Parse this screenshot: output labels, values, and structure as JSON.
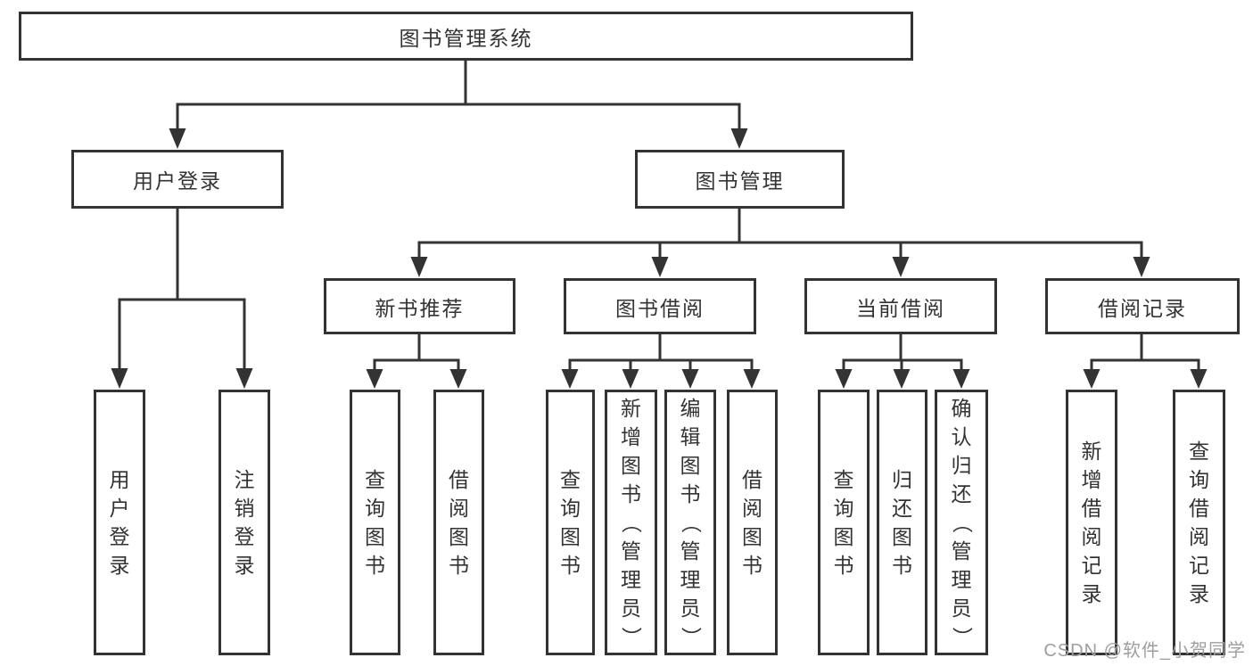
{
  "diagram": {
    "nodes": {
      "root": "图书管理系统",
      "user_login": "用户登录",
      "book_management": "图书管理",
      "new_book_recommend": "新书推荐",
      "book_borrowing": "图书借阅",
      "current_borrowing": "当前借阅",
      "borrowing_records": "借阅记录",
      "ul_user_login": "用户登录",
      "ul_logout": "注销登录",
      "nr_query_books": "查询图书",
      "nr_borrow_books": "借阅图书",
      "bb_query_books": "查询图书",
      "bb_add_books": "新增图书（管理员）",
      "bb_edit_books": "编辑图书（管理员）",
      "bb_borrow_books": "借阅图书",
      "cb_query_books": "查询图书",
      "cb_return_books": "归还图书",
      "cb_confirm_return": "确认归还（管理员）",
      "br_add_record": "新增借阅记录",
      "br_query_record": "查询借阅记录"
    },
    "hierarchy": {
      "图书管理系统": {
        "用户登录": [
          "用户登录",
          "注销登录"
        ],
        "图书管理": {
          "新书推荐": [
            "查询图书",
            "借阅图书"
          ],
          "图书借阅": [
            "查询图书",
            "新增图书（管理员）",
            "编辑图书（管理员）",
            "借阅图书"
          ],
          "当前借阅": [
            "查询图书",
            "归还图书",
            "确认归还（管理员）"
          ],
          "借阅记录": [
            "新增借阅记录",
            "查询借阅记录"
          ]
        }
      }
    },
    "colors": {
      "line": "#333333",
      "text": "#333333",
      "background": "#ffffff",
      "watermark": "#9e9e9e"
    }
  },
  "watermark": "CSDN @软件_小贺同学"
}
